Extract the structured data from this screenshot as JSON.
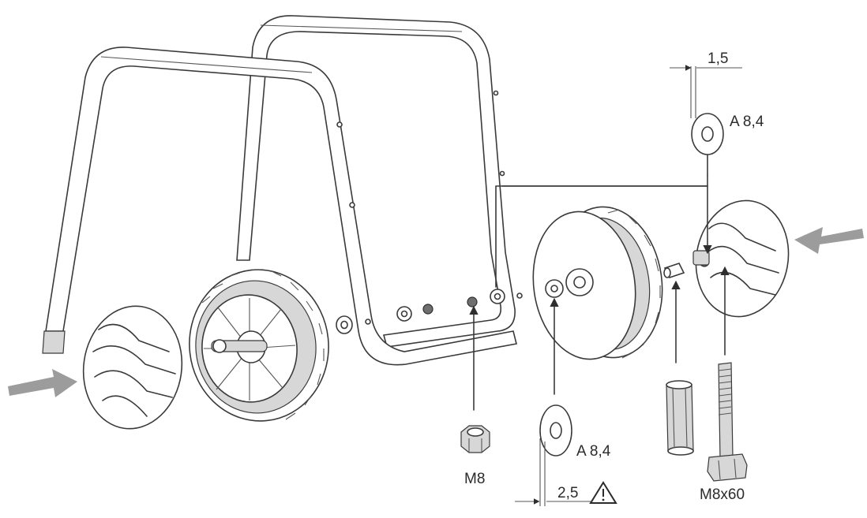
{
  "labels": {
    "washer_top": "A 8,4",
    "washer_bottom": "A 8,4",
    "nut": "M8",
    "bolt": "M8x60",
    "dim_top": "1,5",
    "dim_bottom": "2,5"
  },
  "icons": [
    "warning-triangle-icon",
    "direction-arrow-icon"
  ]
}
